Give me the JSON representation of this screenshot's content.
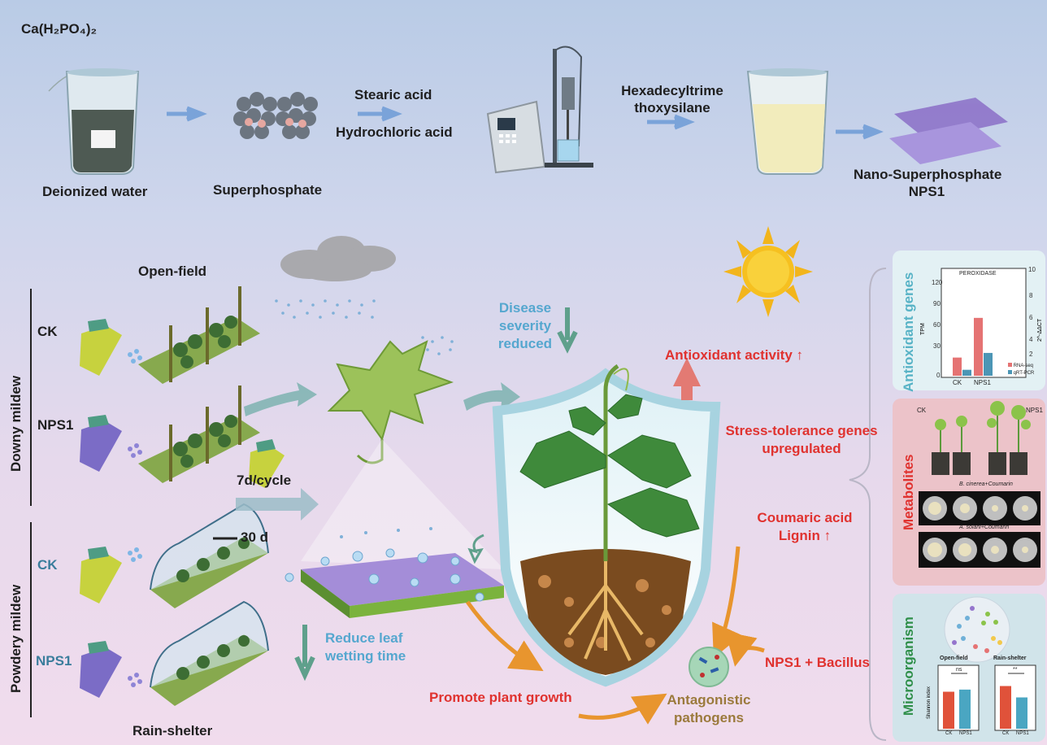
{
  "synthesis": {
    "reagent": "Ca(H₂PO₄)₂",
    "beaker_label": "Deionized water",
    "particles_label": "Superphosphate",
    "acid1": "Stearic acid",
    "acid2": "Hydrochloric acid",
    "silane_line1": "Hexadecyltrime",
    "silane_line2": "thoxysilane",
    "product_line1": "Nano-Superphosphate",
    "product_line2": "NPS1"
  },
  "field": {
    "open_field": "Open-field",
    "rain_shelter": "Rain-shelter",
    "downy": "Downy mildew",
    "powdery": "Powdery mildew",
    "ck": "CK",
    "nps1": "NPS1",
    "cycle": "7d/cycle",
    "duration": "30 d"
  },
  "effects": {
    "disease_line1": "Disease",
    "disease_line2": "severity",
    "disease_line3": "reduced",
    "leaf_line1": "Reduce leaf",
    "leaf_line2": "wetting time",
    "antioxidant": "Antioxidant activity ↑",
    "stress_line1": "Stress-tolerance genes",
    "stress_line2": "upregulated",
    "coumaric_line1": "Coumaric acid",
    "coumaric_line2": "Lignin ↑",
    "bacillus": "NPS1 + Bacillus",
    "growth": "Promote plant growth",
    "antagonistic_line1": "Antagonistic",
    "antagonistic_line2": "pathogens"
  },
  "side_panels": {
    "antioxidant_title": "Antioxidant genes",
    "metabolites_title": "Metabolites",
    "microorganism_title": "Microorganism",
    "peroxidase": "PEROXIDASE",
    "tpm": "TPM",
    "ddct": "2^-ΔΔCT",
    "legend_rna": "RNA-seq",
    "legend_qrt": "qRT-PCR",
    "ck": "CK",
    "nps1": "NPS1",
    "b_cinerea": "B. cinerea+Coumarin",
    "a_solani": "A. solani+Coumarin",
    "open_field": "Open-field",
    "rain_shelter": "Rain-shelter",
    "shannon": "Shannon index",
    "ns": "ns",
    "star": "**"
  },
  "chart_data": [
    {
      "type": "bar",
      "title": "PEROXIDASE",
      "categories": [
        "CK",
        "NPS1"
      ],
      "ylabel": "TPM",
      "ylim": [
        0,
        120
      ],
      "y2label": "2^-ΔΔCT",
      "y2lim": [
        0,
        10
      ],
      "series": [
        {
          "name": "RNA-seq",
          "axis": "left",
          "values": [
            22,
            70
          ],
          "color": "#e57373"
        },
        {
          "name": "qRT-PCR",
          "axis": "right",
          "values": [
            0.6,
            2.3
          ],
          "color": "#4c96b5"
        }
      ]
    },
    {
      "type": "bar",
      "title": "Open-field",
      "categories": [
        "CK",
        "NPS1"
      ],
      "ylabel": "Shannon index",
      "ylim": [
        0,
        4
      ],
      "values": [
        2.6,
        2.75
      ],
      "colors": [
        "#e0523a",
        "#4aa6c2"
      ]
    },
    {
      "type": "bar",
      "title": "Rain-shelter",
      "categories": [
        "CK",
        "NPS1"
      ],
      "ylim": [
        0,
        4
      ],
      "values": [
        3.0,
        2.2
      ],
      "colors": [
        "#e0523a",
        "#4aa6c2"
      ]
    }
  ],
  "colors": {
    "red_text": "#e0322f",
    "blue_text": "#55a7cf",
    "arrow_blue": "#6b9fd6",
    "arrow_green": "#5fa08c",
    "arrow_orange": "#e8952e"
  }
}
